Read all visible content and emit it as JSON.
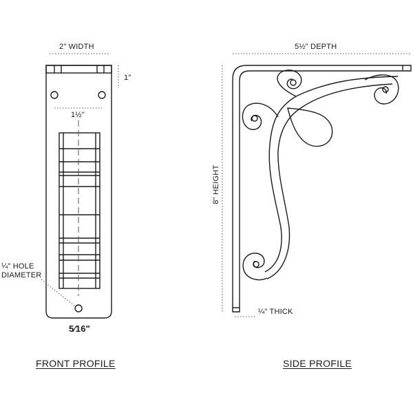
{
  "front": {
    "title": "FRONT PROFILE",
    "width_label": "2\" WIDTH",
    "top_label": "1\"",
    "spacing_label": "1½\"",
    "hole_label_line1": "¼\" HOLE",
    "hole_label_line2": "DIAMETER",
    "bottom_label": "5⁄16\""
  },
  "side": {
    "title": "SIDE PROFILE",
    "depth_label": "5½\" DEPTH",
    "height_label": "8\" HEIGHT",
    "thick_label": "¼\" THICK"
  },
  "colors": {
    "line": "#1a1a1a",
    "dim": "#555555"
  }
}
